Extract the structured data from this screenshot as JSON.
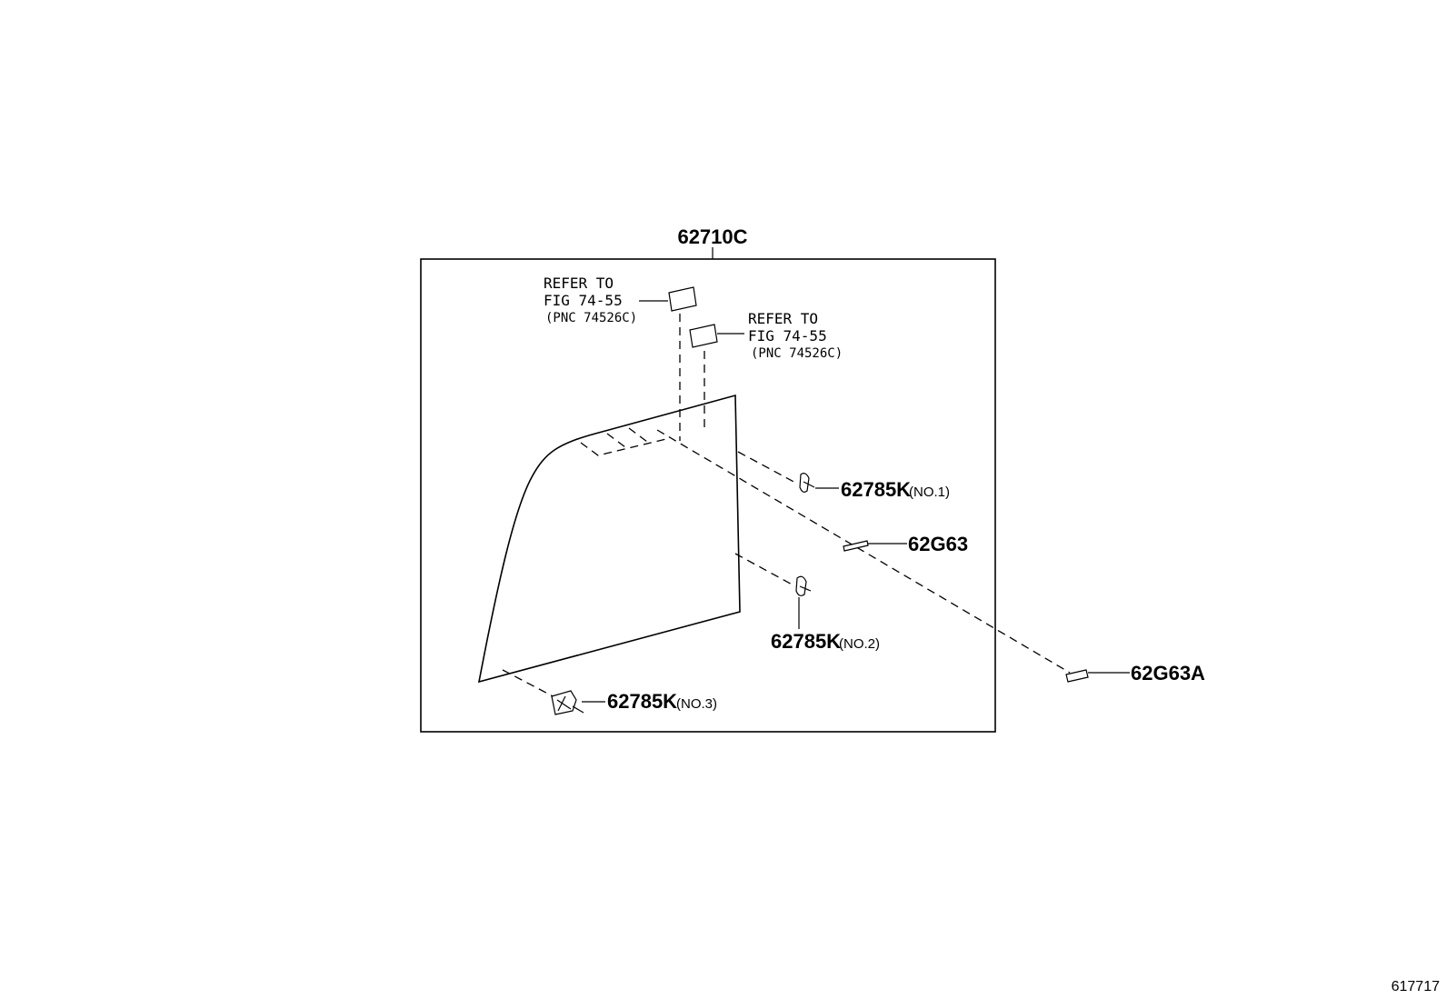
{
  "assembly": {
    "part_number": "62710C"
  },
  "references": [
    {
      "line1": "REFER TO",
      "line2": "FIG 74-55",
      "line3": "(PNC 74526C)"
    },
    {
      "line1": "REFER TO",
      "line2": "FIG 74-55",
      "line3": "(PNC 74526C)"
    }
  ],
  "callouts": [
    {
      "part_number": "62785K",
      "note": "(NO.1)"
    },
    {
      "part_number": "62G63",
      "note": ""
    },
    {
      "part_number": "62785K",
      "note": "(NO.2)"
    },
    {
      "part_number": "62G63A",
      "note": ""
    },
    {
      "part_number": "62785K",
      "note": "(NO.3)"
    }
  ],
  "figure_id": "617717"
}
